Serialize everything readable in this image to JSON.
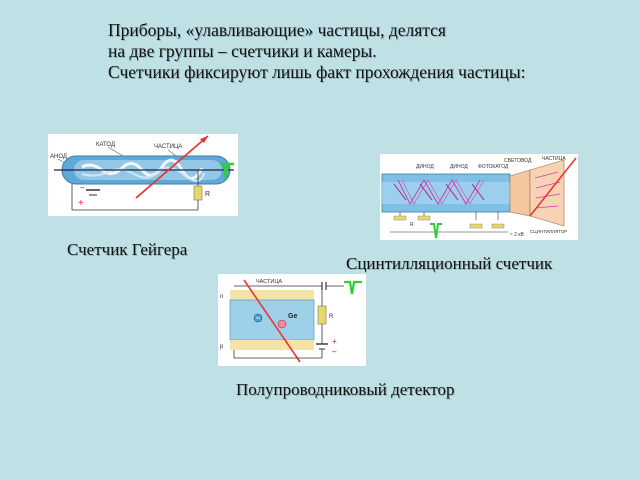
{
  "intro": {
    "line1": "Приборы, «улавливающие» частицы, делятся",
    "line2": "на две группы – счетчики и камеры.",
    "line3": "Счетчики фиксируют лишь факт прохождения частицы:"
  },
  "geiger": {
    "caption": "Счетчик Гейгера",
    "label_cathode": "КАТОД",
    "label_particle": "ЧАСТИЦА",
    "label_anode": "АНОД",
    "label_resistor": "R",
    "label_plus": "+",
    "label_minus": "–"
  },
  "scintillation": {
    "caption": "Сцинтилляционный  счетчик",
    "label_dynode1": "ДИНОД",
    "label_dynode2": "ДИНОД",
    "label_photocathode": "ФОТОКАТОД",
    "label_lightguide": "СВЕТОВОД",
    "label_particle": "ЧАСТИЦА",
    "label_scintillator": "СЦИНТИЛЛЯТОР",
    "label_resistor": "R",
    "label_voltage": "≈ 2 кВ"
  },
  "semiconductor": {
    "caption": "Полупроводниковый детектор",
    "label_particle": "ЧАСТИЦА",
    "label_ge": "Ge",
    "label_resistor": "R",
    "label_n": "n",
    "label_p": "p",
    "label_plus": "+",
    "label_minus": "–"
  }
}
